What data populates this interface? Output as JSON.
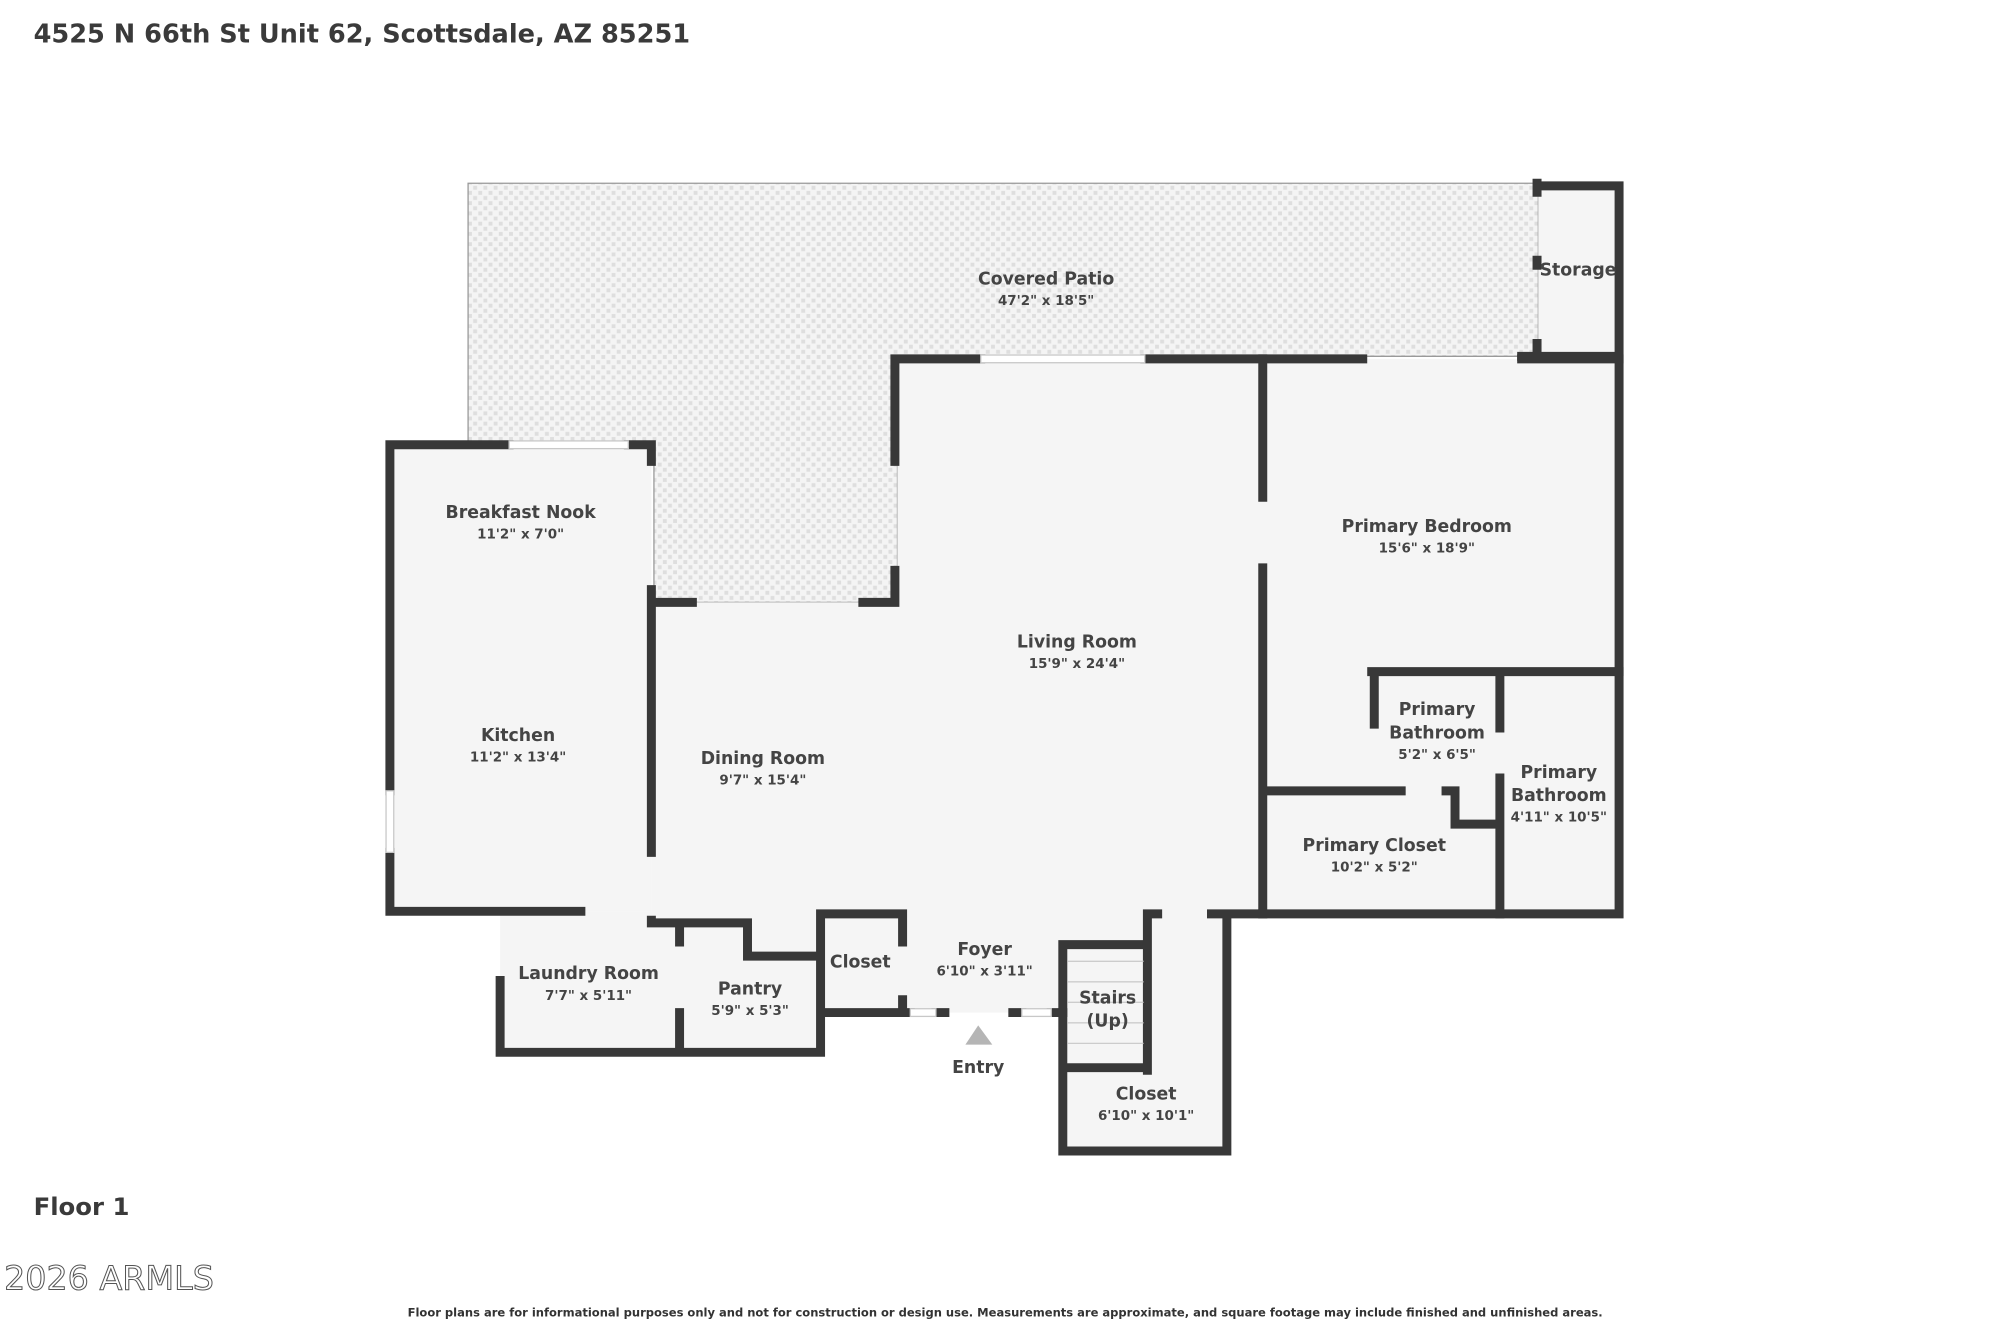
{
  "header": {
    "address": "4525 N 66th St Unit 62, Scottsdale, AZ 85251"
  },
  "floor_label": "Floor 1",
  "watermark": "2026 ARMLS",
  "disclaimer": "Floor plans are for informational purposes only and not for construction or design use. Measurements are approximate, and square footage may include finished and unfinished areas.",
  "colors": {
    "wall": "#383838",
    "floor": "#f5f5f5",
    "patio": "#e6e6e6",
    "entry_arrow": "#b5b5b5"
  },
  "rooms": {
    "covered_patio": {
      "name": "Covered Patio",
      "dims": "47'2\" x 18'5\""
    },
    "storage": {
      "name": "Storage"
    },
    "breakfast_nook": {
      "name": "Breakfast Nook",
      "dims": "11'2\" x 7'0\""
    },
    "kitchen": {
      "name": "Kitchen",
      "dims": "11'2\" x 13'4\""
    },
    "living_room": {
      "name": "Living Room",
      "dims": "15'9\" x 24'4\""
    },
    "dining_room": {
      "name": "Dining Room",
      "dims": "9'7\" x 15'4\""
    },
    "primary_bedroom": {
      "name": "Primary Bedroom",
      "dims": "15'6\" x 18'9\""
    },
    "primary_bathroom_1": {
      "name_line1": "Primary",
      "name_line2": "Bathroom",
      "dims": "5'2\" x 6'5\""
    },
    "primary_bathroom_2": {
      "name_line1": "Primary",
      "name_line2": "Bathroom",
      "dims": "4'11\" x 10'5\""
    },
    "primary_closet": {
      "name": "Primary Closet",
      "dims": "10'2\" x 5'2\""
    },
    "laundry_room": {
      "name": "Laundry Room",
      "dims": "7'7\" x 5'11\""
    },
    "pantry": {
      "name": "Pantry",
      "dims": "5'9\" x 5'3\""
    },
    "closet_small": {
      "name": "Closet"
    },
    "foyer": {
      "name": "Foyer",
      "dims": "6'10\" x 3'11\""
    },
    "stairs": {
      "name_line1": "Stairs",
      "name_line2": "(Up)"
    },
    "closet_large": {
      "name": "Closet",
      "dims": "6'10\" x 10'1\""
    },
    "entry": {
      "name": "Entry"
    }
  }
}
